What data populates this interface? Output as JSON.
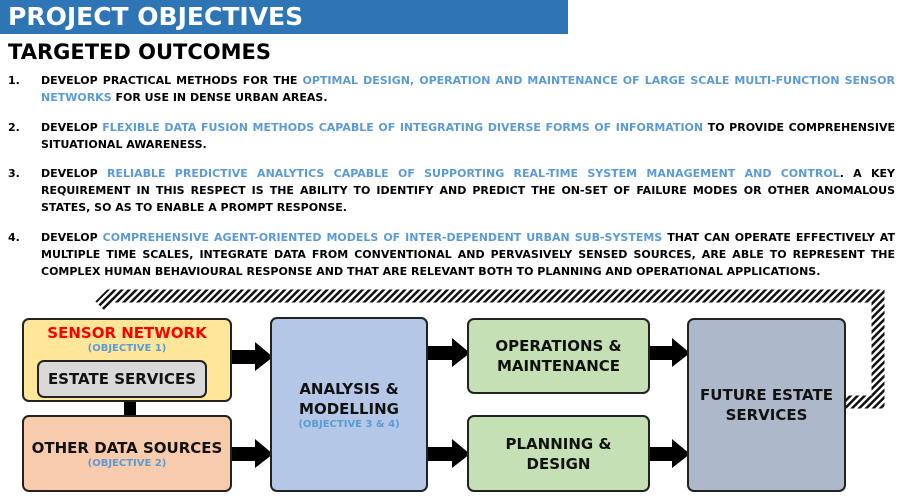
{
  "header": {
    "title": "PROJECT OBJECTIVES"
  },
  "subtitle": "TARGETED OUTCOMES",
  "outcomes": [
    {
      "num": "1.",
      "pre": "DEVELOP PRACTICAL METHODS FOR THE ",
      "hl": "OPTIMAL DESIGN, OPERATION AND MAINTENANCE OF LARGE SCALE MULTI-FUNCTION SENSOR NETWORKS",
      "post": " FOR USE IN DENSE URBAN AREAS."
    },
    {
      "num": "2.",
      "pre": "DEVELOP ",
      "hl": "FLEXIBLE DATA FUSION METHODS CAPABLE OF INTEGRATING DIVERSE FORMS OF INFORMATION",
      "post": " TO PROVIDE COMPREHENSIVE SITUATIONAL AWARENESS."
    },
    {
      "num": "3.",
      "pre": "DEVELOP ",
      "hl": "RELIABLE PREDICTIVE ANALYTICS CAPABLE OF SUPPORTING REAL-TIME SYSTEM MANAGEMENT AND CONTROL",
      "post": ". A KEY REQUIREMENT IN THIS RESPECT IS THE ABILITY TO IDENTIFY AND PREDICT THE ON-SET OF FAILURE MODES OR OTHER ANOMALOUS STATES, SO AS TO ENABLE A PROMPT RESPONSE."
    },
    {
      "num": "4.",
      "pre": "DEVELOP ",
      "hl": "COMPREHENSIVE AGENT-ORIENTED MODELS OF INTER-DEPENDENT URBAN SUB-SYSTEMS",
      "post": " THAT CAN OPERATE EFFECTIVELY AT MULTIPLE TIME SCALES, INTEGRATE DATA FROM CONVENTIONAL AND PERVASIVELY SENSED SOURCES, ARE ABLE TO REPRESENT THE COMPLEX HUMAN BEHAVIOURAL RESPONSE AND THAT ARE RELEVANT BOTH TO PLANNING AND OPERATIONAL APPLICATIONS."
    }
  ],
  "diagram": {
    "sensor": {
      "title": "SENSOR NETWORK",
      "obj": "(OBJECTIVE 1)"
    },
    "estate": "ESTATE SERVICES",
    "other": {
      "title": "OTHER DATA SOURCES",
      "obj": "(OBJECTIVE 2)"
    },
    "analysis": {
      "l1": "ANALYSIS &",
      "l2": "MODELLING",
      "obj": "(OBJECTIVE 3 & 4)"
    },
    "ops": {
      "l1": "OPERATIONS &",
      "l2": "MAINTENANCE"
    },
    "planning": {
      "l1": "PLANNING &",
      "l2": "DESIGN"
    },
    "future": {
      "l1": "FUTURE ESTATE",
      "l2": "SERVICES"
    }
  },
  "colors": {
    "header": "#2e75b6",
    "highlight": "#5b9bd5",
    "sensor": "#ffe699",
    "estate": "#d9d9d9",
    "other": "#f8cbad",
    "analysis": "#b4c7e7",
    "green": "#c5e0b4",
    "future": "#adb9ca",
    "sensor_title": "#ff0000"
  }
}
